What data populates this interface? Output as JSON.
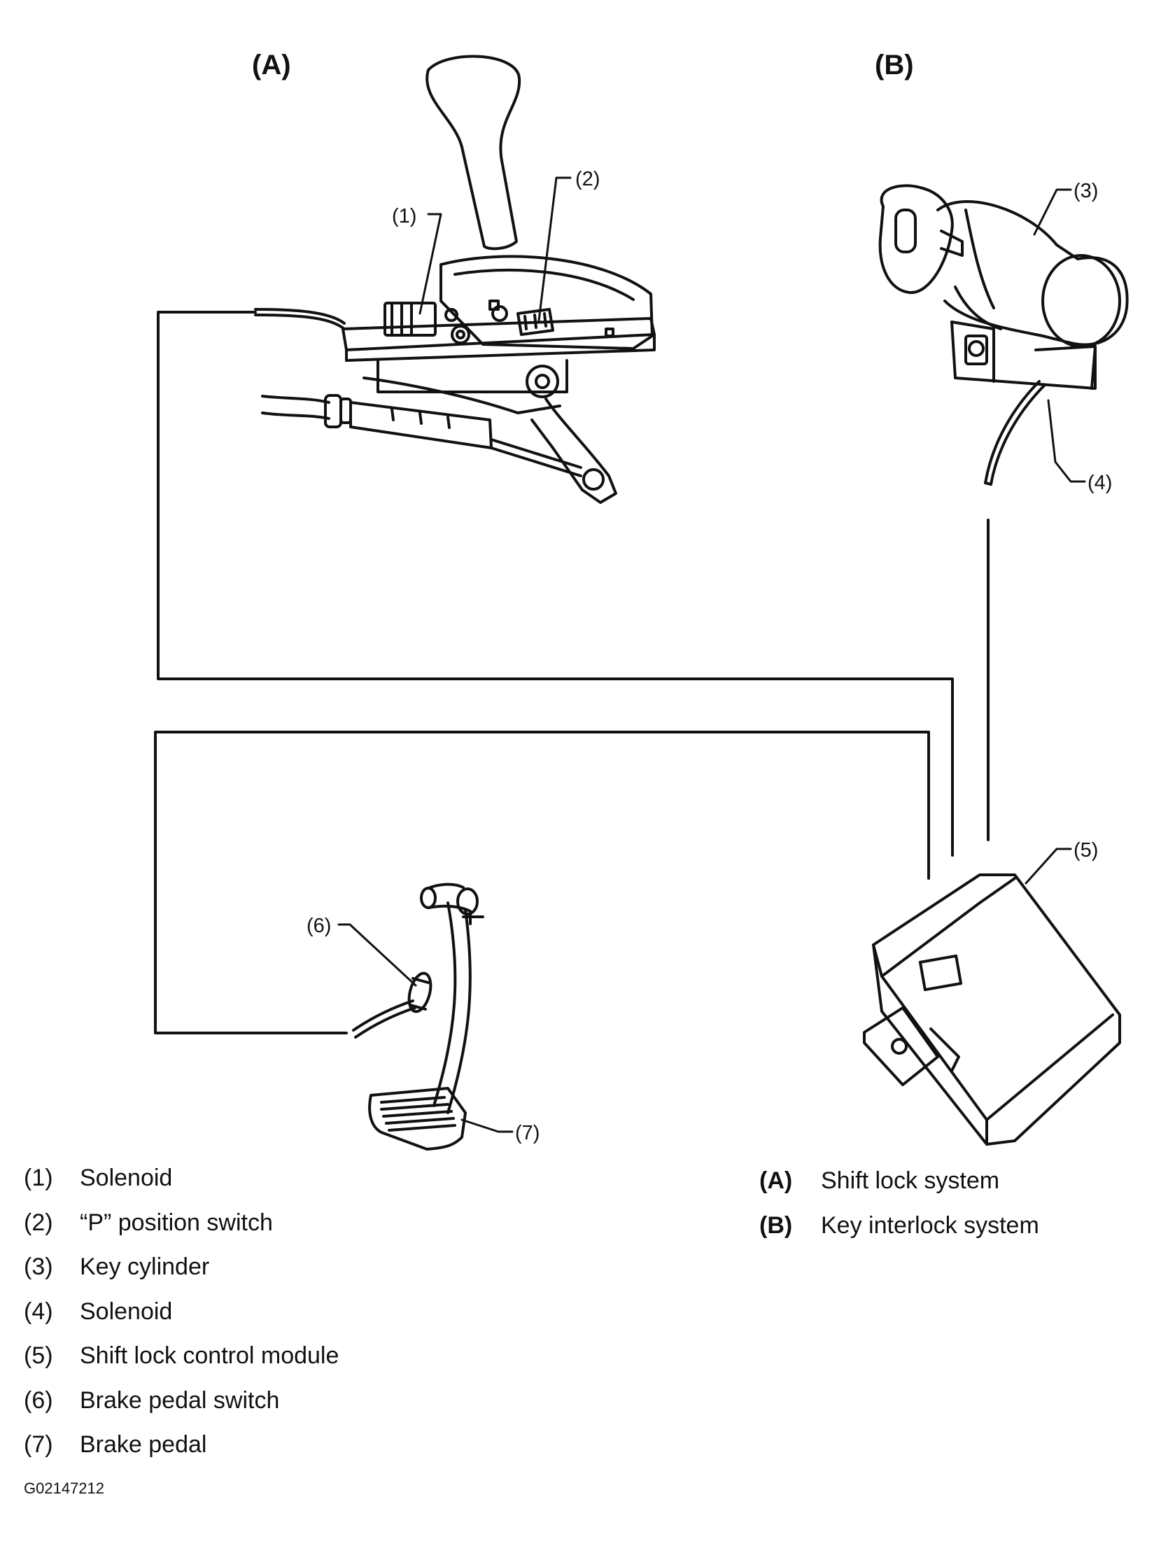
{
  "sections": {
    "a_label": "(A)",
    "b_label": "(B)"
  },
  "callouts": {
    "c1": "(1)",
    "c2": "(2)",
    "c3": "(3)",
    "c4": "(4)",
    "c5": "(5)",
    "c6": "(6)",
    "c7": "(7)"
  },
  "legend_parts": [
    {
      "num": "(1)",
      "label": "Solenoid"
    },
    {
      "num": "(2)",
      "label": "“P” position switch"
    },
    {
      "num": "(3)",
      "label": "Key cylinder"
    },
    {
      "num": "(4)",
      "label": "Solenoid"
    },
    {
      "num": "(5)",
      "label": "Shift lock control module"
    },
    {
      "num": "(6)",
      "label": "Brake pedal switch"
    },
    {
      "num": "(7)",
      "label": "Brake pedal"
    }
  ],
  "legend_systems": [
    {
      "num": "(A)",
      "label": "Shift lock system"
    },
    {
      "num": "(B)",
      "label": "Key interlock system"
    }
  ],
  "figure_code": "G02147212"
}
